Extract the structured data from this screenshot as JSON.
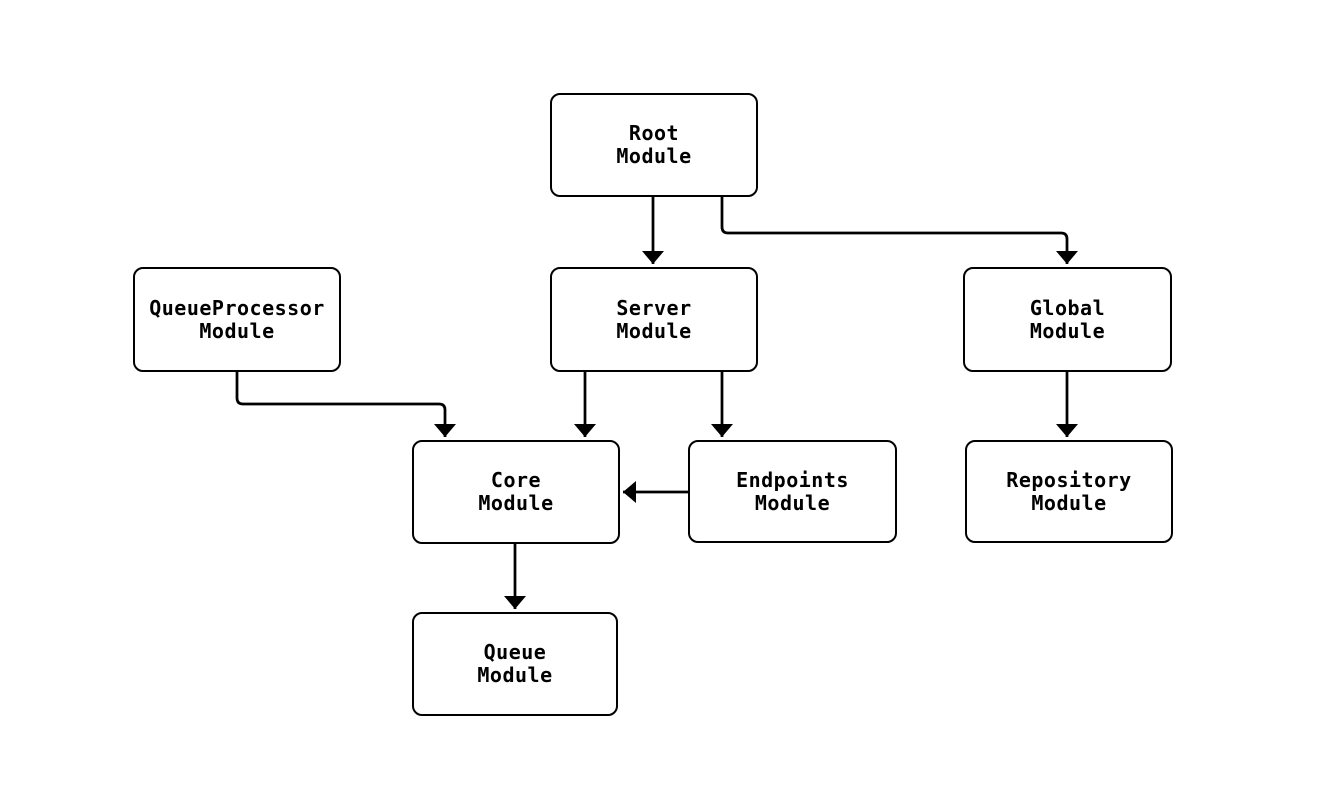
{
  "diagram": {
    "type": "flowchart",
    "background_color": "#ffffff",
    "node_fill_color": "#ffffff",
    "stroke_color": "#000000",
    "text_color": "#000000",
    "nodes": {
      "root": {
        "line1": "Root",
        "line2": "Module"
      },
      "queueProcessor": {
        "line1": "QueueProcessor",
        "line2": "Module"
      },
      "server": {
        "line1": "Server",
        "line2": "Module"
      },
      "global": {
        "line1": "Global",
        "line2": "Module"
      },
      "core": {
        "line1": "Core",
        "line2": "Module"
      },
      "endpoints": {
        "line1": "Endpoints",
        "line2": "Module"
      },
      "repository": {
        "line1": "Repository",
        "line2": "Module"
      },
      "queue": {
        "line1": "Queue",
        "line2": "Module"
      }
    },
    "edges": [
      {
        "from": "root",
        "to": "server"
      },
      {
        "from": "root",
        "to": "global"
      },
      {
        "from": "queueProcessor",
        "to": "core"
      },
      {
        "from": "server",
        "to": "core"
      },
      {
        "from": "server",
        "to": "endpoints"
      },
      {
        "from": "endpoints",
        "to": "core"
      },
      {
        "from": "global",
        "to": "repository"
      },
      {
        "from": "core",
        "to": "queue"
      }
    ]
  }
}
